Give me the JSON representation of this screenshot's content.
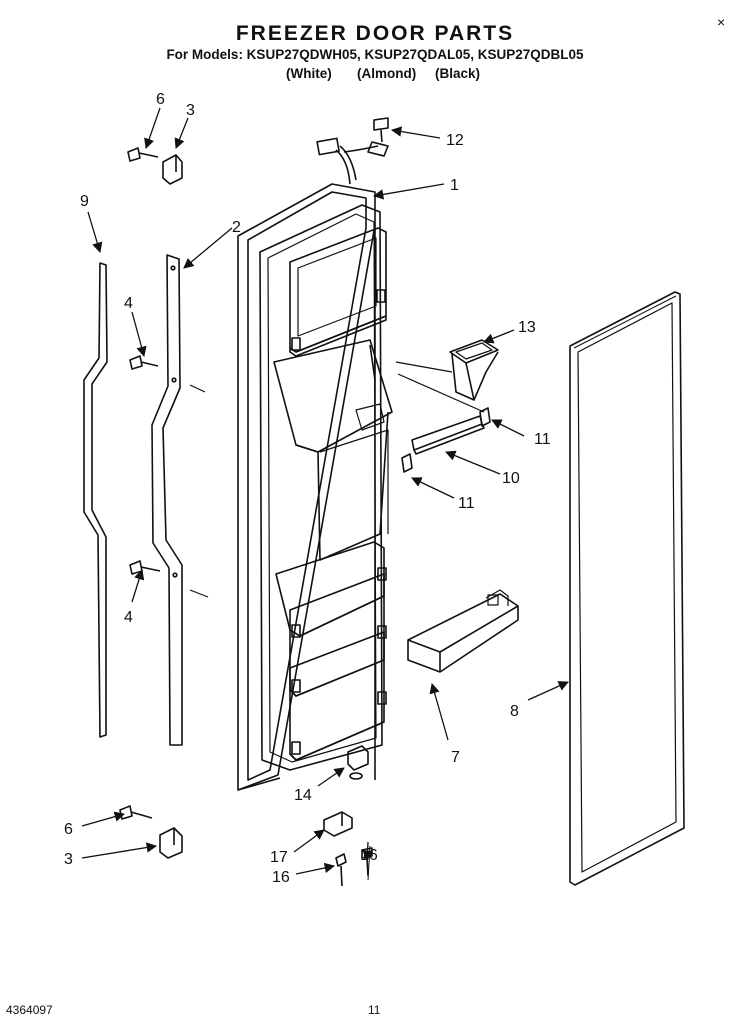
{
  "header": {
    "title": "FREEZER DOOR PARTS",
    "models_line": "For Models: KSUP27QDWH05, KSUP27QDAL05, KSUP27QDBL05",
    "variants": [
      "(White)",
      "(Almond)",
      "(Black)"
    ]
  },
  "callouts": [
    "1",
    "2",
    "3",
    "3",
    "4",
    "4",
    "6",
    "6",
    "7",
    "8",
    "9",
    "10",
    "11",
    "11",
    "12",
    "13",
    "14",
    "16",
    "16",
    "17"
  ],
  "footer": {
    "document_number": "4364097",
    "page_number": "11"
  },
  "corner_mark": "×"
}
